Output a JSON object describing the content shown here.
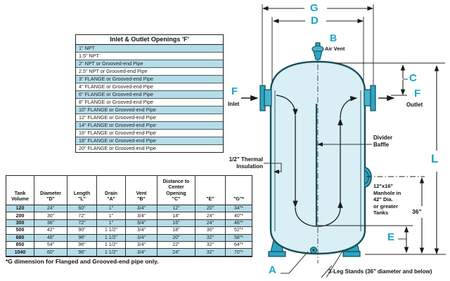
{
  "colors": {
    "accent_cyan": "#1aa5c8",
    "tank_fill": "#d9eef5",
    "tank_outline": "#16505c",
    "fitting_fill": "#2ea4c4",
    "table_row_blue": "#b5dce9"
  },
  "inlet_table": {
    "title": "Inlet & Outlet Openings 'F'",
    "rows": [
      "1\" NPT",
      "1.5\" NPT",
      "2\" NPT or Grooved-end Pipe",
      "2.5\" NPT or Grooved-end Pipe",
      "3\" FLANGE or Grooved-end Pipe",
      "4\" FLANGE or Grooved-end Pipe",
      "6\" FLANGE or Grooved-end Pipe",
      "8\" FLANGE or Grooved-end Pipe",
      "10\" FLANGE or Grooved-end Pipe",
      "12\" FLANGE or Grooved-end Pipe",
      "14\" FLANGE or Grooved-end Pipe",
      "16\" FLANGE or Grooved-end Pipe",
      "18\" FLANGE or Grooved-end Pipe",
      "20\" FLANGE or Grooved-end Pipe"
    ]
  },
  "spec_table": {
    "headers": [
      "Tank\nVolume",
      "Diameter\n\"D\"",
      "Length\n\"L\"",
      "Drain\n\"A\"",
      "Vent\n\"B\"",
      "Distance to\nCenter\nOpening\n\"C\"",
      "\"E\"",
      "\"G\"*"
    ],
    "rows": [
      [
        "120",
        "24\"",
        "60\"",
        "1\"",
        "3/4\"",
        "12\"",
        "20\"",
        "34\"*"
      ],
      [
        "200",
        "30\"",
        "72\"",
        "1\"",
        "3/4\"",
        "14\"",
        "24\"",
        "40\"*"
      ],
      [
        "300",
        "36\"",
        "72\"",
        "1\"",
        "3/4\"",
        "16\"",
        "24\"",
        "46\"*"
      ],
      [
        "500",
        "42\"",
        "90\"",
        "1 1/2\"",
        "3/4\"",
        "18\"",
        "30\"",
        "52\"*"
      ],
      [
        "680",
        "48\"",
        "96\"",
        "1 1/2\"",
        "3/4\"",
        "20\"",
        "32\"",
        "58\"*"
      ],
      [
        "850",
        "54\"",
        "96\"",
        "1 1/2\"",
        "3/4\"",
        "22\"",
        "32\"",
        "64\"*"
      ],
      [
        "1040",
        "60\"",
        "96\"",
        "1 1/2\"",
        "3/4\"",
        "24\"",
        "32\"",
        "70\"*"
      ]
    ],
    "footnote": "*G dimension for Flanged and Grooved-end pipe only."
  },
  "diagram": {
    "labels": {
      "g": "G",
      "d": "D",
      "b": "B",
      "air_vent": "Air Vent",
      "c": "C",
      "f_inlet": "F",
      "inlet": "Inlet",
      "f_outlet": "F",
      "outlet": "Outlet",
      "l": "L",
      "divider_baffle": "Divider\nBaffle",
      "thermal_insulation": "1/2\" Thermal\nInsulation",
      "manhole": "12\"x16\"\nManhole in\n42\" Dia.\nor greater\nTanks",
      "dim_36": "36\"",
      "e": "E",
      "a": "A",
      "leg_stands": "3-Leg Stands (36\" diameter and below)"
    }
  }
}
